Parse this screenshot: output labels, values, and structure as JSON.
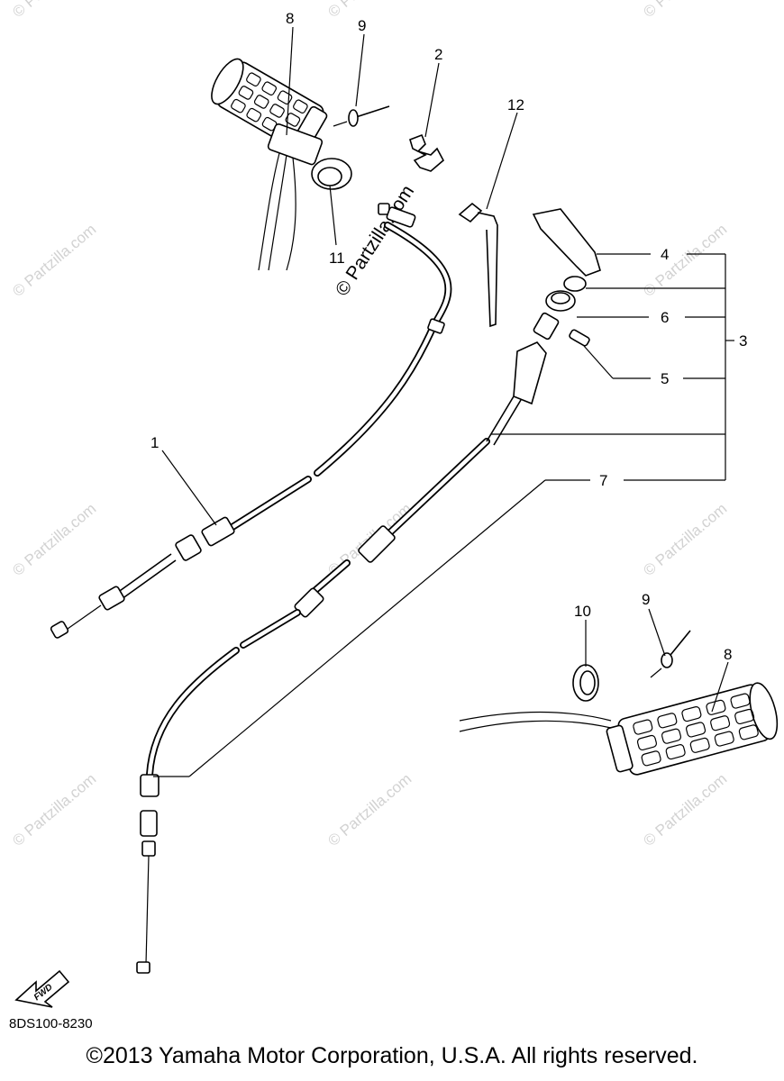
{
  "diagram": {
    "code": "8DS100-8230",
    "copyright": "©2013 Yamaha Motor Corporation, U.S.A. All rights reserved.",
    "watermark": "© Partzilla.com",
    "fwd_label": "FWD",
    "callouts": {
      "c1": "1",
      "c2": "2",
      "c3": "3",
      "c4": "4",
      "c5": "5",
      "c6": "6",
      "c7": "7",
      "c8a": "8",
      "c8b": "8",
      "c9a": "9",
      "c9b": "9",
      "c10": "10",
      "c11": "11",
      "c12": "12"
    }
  }
}
